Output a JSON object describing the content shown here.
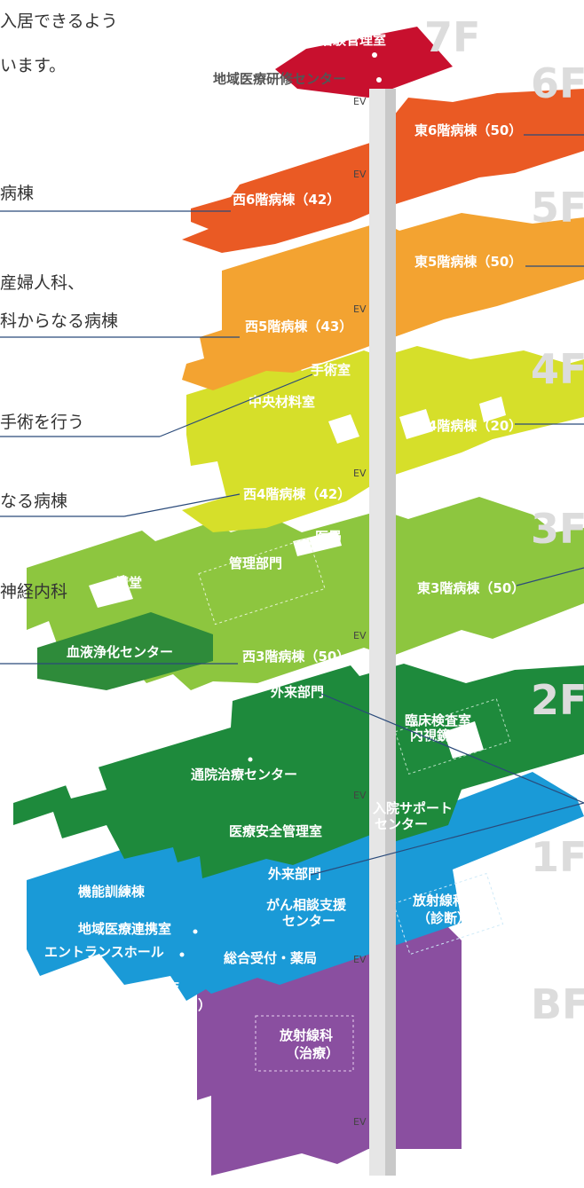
{
  "side_text": {
    "intro_1": "入居できるよう",
    "intro_2": "います。",
    "w6": "病棟",
    "w5_1": "産婦人科、",
    "w5_2": "科からなる病棟",
    "surg": "手術を行う",
    "w4": "なる病棟",
    "w3": "神経内科"
  },
  "floors": {
    "f7": "7F",
    "f6": "6F",
    "f5": "5F",
    "f4": "4F",
    "f3": "3F",
    "f2": "2F",
    "f1": "1F",
    "bf": "BF"
  },
  "labels": {
    "f7_a": "治験管理室",
    "f7_b": "地域医療研修センター",
    "e6": "東6階病棟（50）",
    "w6": "西6階病棟（42）",
    "e5": "東5階病棟（50）",
    "w5": "西5階病棟（43）",
    "or": "手術室",
    "supply": "中央材料室",
    "e4": "東4階病棟（20）",
    "w4": "西4階病棟（42）",
    "doctors": "医局",
    "admin": "管理部門",
    "lecture": "講堂",
    "e3": "東3階病棟（50）",
    "dialysis": "血液浄化センター",
    "w3": "西3階病棟（50）",
    "out2": "外来部門",
    "lab_1": "臨床検査室",
    "lab_2": "内視鏡室",
    "daycare": "通院治療センター",
    "adm_1": "入院サポート",
    "adm_2": "センター",
    "safety": "医療安全管理室",
    "out1": "外来部門",
    "rehab": "機能訓練棟",
    "cancer_1": "がん相談支援",
    "cancer_2": "センター",
    "radd_1": "放射線科",
    "radd_2": "（診断）",
    "region": "地域医療連携室",
    "entrance": "エントランスホール",
    "reception": "総合受付・薬局",
    "shop_1": "売店",
    "shop_2": "（コンビニ）",
    "radt_1": "放射線科",
    "radt_2": "（治療）",
    "ev": "EV"
  },
  "colors": {
    "f7": "#c8102e",
    "f6": "#ea5a24",
    "f5": "#f3a331",
    "f4": "#d6df2a",
    "f3": "#8dc63f",
    "f3_dark": "#2e8b3a",
    "f2": "#1e8a3c",
    "f1": "#1a9ad7",
    "bf": "#8a4fa0",
    "elevator": "#e6e6e6",
    "floor_label": "#dcdcdc",
    "leader_line": "#2a4a7a"
  }
}
